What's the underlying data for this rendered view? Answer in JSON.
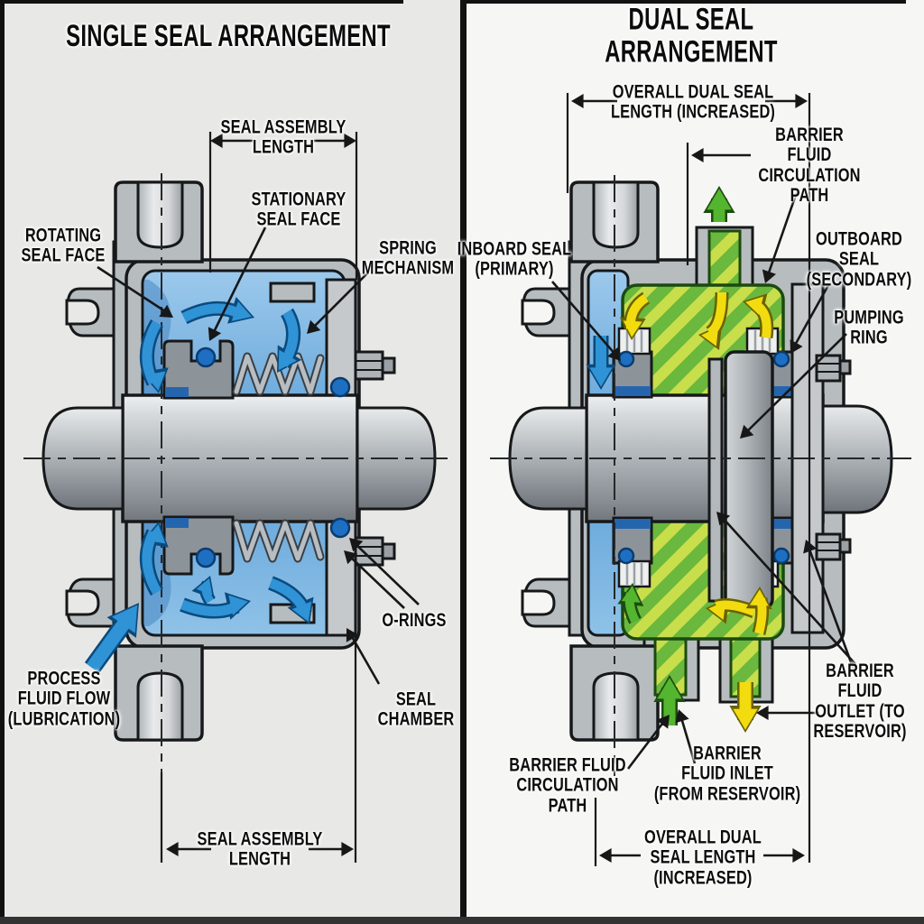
{
  "left_panel": {
    "title": "SINGLE SEAL ARRANGEMENT",
    "labels": {
      "dim_top": "SEAL ASSEMBLY\nLENGTH",
      "stationary": "STATIONARY\nSEAL FACE",
      "rotating": "ROTATING\nSEAL FACE",
      "spring": "SPRING\nMECHANISM",
      "orings": "O-RINGS",
      "seal_chamber": "SEAL\nCHAMBER",
      "process": "PROCESS\nFLUID FLOW\n(LUBRICATION)",
      "dim_bottom": "SEAL ASSEMBLY\nLENGTH"
    }
  },
  "right_panel": {
    "title": "DUAL SEAL ARRANGEMENT",
    "labels": {
      "dim_top": "OVERALL DUAL SEAL\nLENGTH (INCREASED)",
      "barrier_top": "BARRIER FLUID\nCIRCULATION PATH",
      "inboard": "INBOARD SEAL\n(PRIMARY)",
      "outboard": "OUTBOARD SEAL\n(SECONDARY)",
      "pumping": "PUMPING\nRING",
      "outlet": "BARRIER FLUID\nOUTLET (TO\nRESERVOIR)",
      "circ_bottom": "BARRIER FLUID\nCIRCULATION\nPATH",
      "inlet": "BARRIER\nFLUID INLET\n(FROM RESERVOIR)",
      "dim_bottom": "OVERALL DUAL\nSEAL LENGTH\n(INCREASED)"
    }
  },
  "colors": {
    "process_fluid_blue": "#5b9fd6",
    "flow_arrow_blue": "#2f93d6",
    "barrier_fluid_green": "#6ab83d",
    "barrier_stripe_yellow_green": "#c9de4b",
    "circulation_yellow": "#f2dc10",
    "inlet_green": "#54b52f",
    "oring_blue": "#1e6fc2",
    "metal_gray": "#b7bcbf",
    "label_black": "#0c0c0c",
    "left_panel_bg": "#e8e8e6",
    "right_panel_bg": "#f6f6f4"
  }
}
